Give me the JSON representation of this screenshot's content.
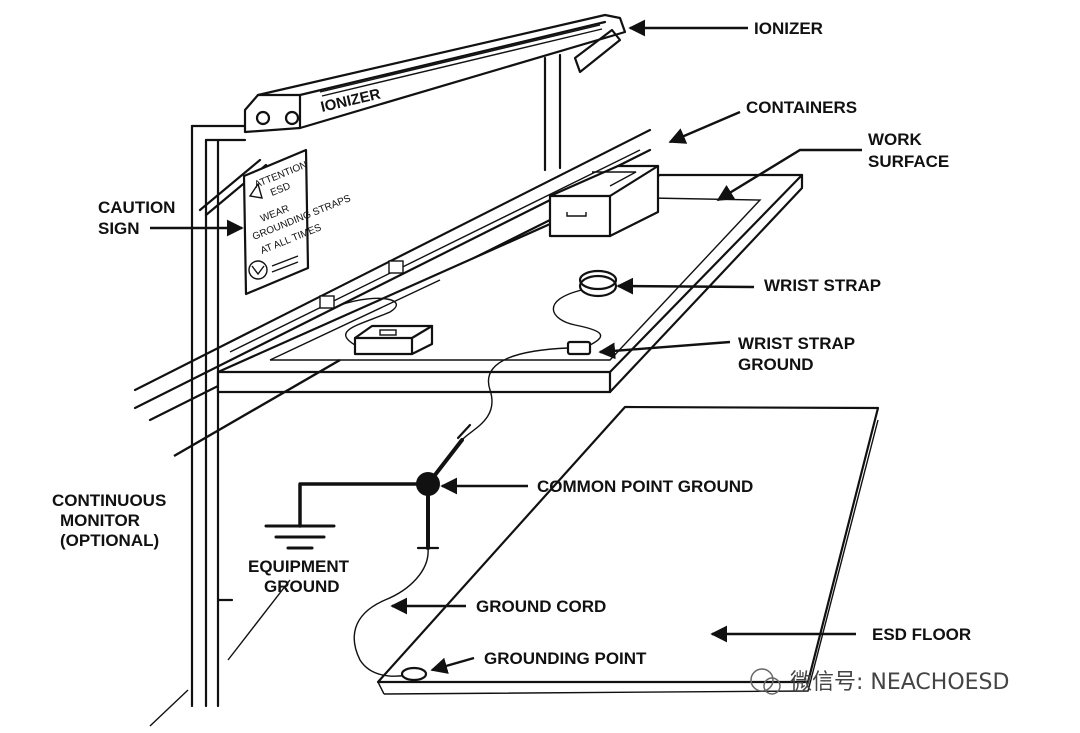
{
  "labels": {
    "ionizer": "IONIZER",
    "ionizer_bar": "IONIZER",
    "containers": "CONTAINERS",
    "work_surface_1": "WORK",
    "work_surface_2": "SURFACE",
    "caution_sign_1": "CAUTION",
    "caution_sign_2": "SIGN",
    "wrist_strap": "WRIST STRAP",
    "wrist_strap_ground_1": "WRIST STRAP",
    "wrist_strap_ground_2": "GROUND",
    "common_point_ground": "COMMON POINT GROUND",
    "continuous_monitor_1": "CONTINUOUS",
    "continuous_monitor_2": "MONITOR",
    "continuous_monitor_3": "(OPTIONAL)",
    "equipment_ground_1": "EQUIPMENT",
    "equipment_ground_2": "GROUND",
    "ground_cord": "GROUND CORD",
    "esd_floor": "ESD FLOOR",
    "grounding_point": "GROUNDING POINT"
  },
  "sign": {
    "line1": "ATTENTION",
    "line2": "ESD",
    "line3": "WEAR",
    "line4": "GROUNDING STRAPS",
    "line5": "AT ALL TIMES"
  },
  "watermark": "微信号: NEACHOESD"
}
